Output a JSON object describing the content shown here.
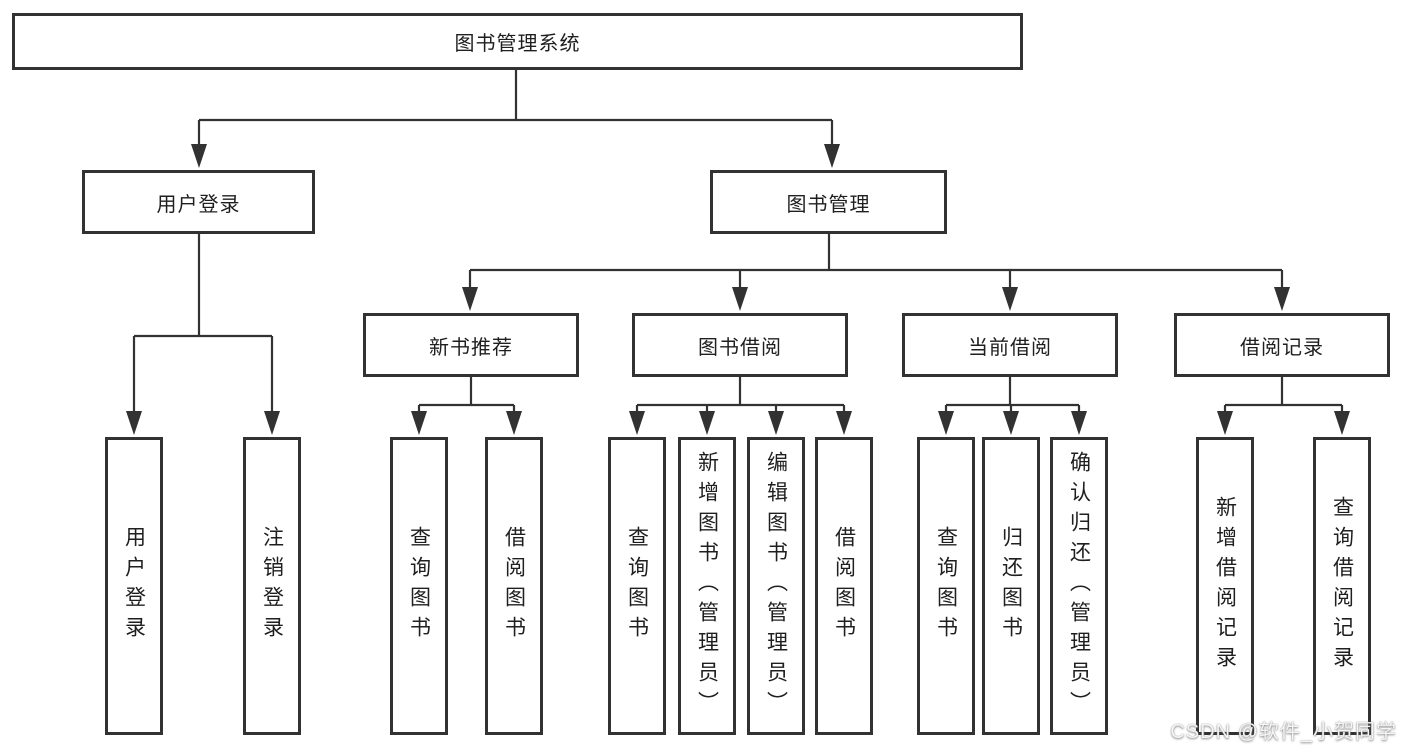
{
  "tree": {
    "root": {
      "label": "图书管理系统",
      "children": [
        {
          "label": "用户登录",
          "children": [
            {
              "label": "用户登录"
            },
            {
              "label": "注销登录"
            }
          ]
        },
        {
          "label": "图书管理",
          "children": [
            {
              "label": "新书推荐",
              "children": [
                {
                  "label": "查询图书"
                },
                {
                  "label": "借阅图书"
                }
              ]
            },
            {
              "label": "图书借阅",
              "children": [
                {
                  "label": "查询图书"
                },
                {
                  "label": "新增图书（管理员）"
                },
                {
                  "label": "编辑图书（管理员）"
                },
                {
                  "label": "借阅图书"
                }
              ]
            },
            {
              "label": "当前借阅",
              "children": [
                {
                  "label": "查询图书"
                },
                {
                  "label": "归还图书"
                },
                {
                  "label": "确认归还（管理员）"
                }
              ]
            },
            {
              "label": "借阅记录",
              "children": [
                {
                  "label": "新增借阅记录"
                },
                {
                  "label": "查询借阅记录"
                }
              ]
            }
          ]
        }
      ]
    }
  },
  "watermark": {
    "text": "CSDN @软件_小贺同学"
  },
  "colors": {
    "line": "#323232",
    "box_border": "#323232",
    "text": "#1f1f1f",
    "background": "#ffffff",
    "watermark_text": "#f5f5f5"
  }
}
